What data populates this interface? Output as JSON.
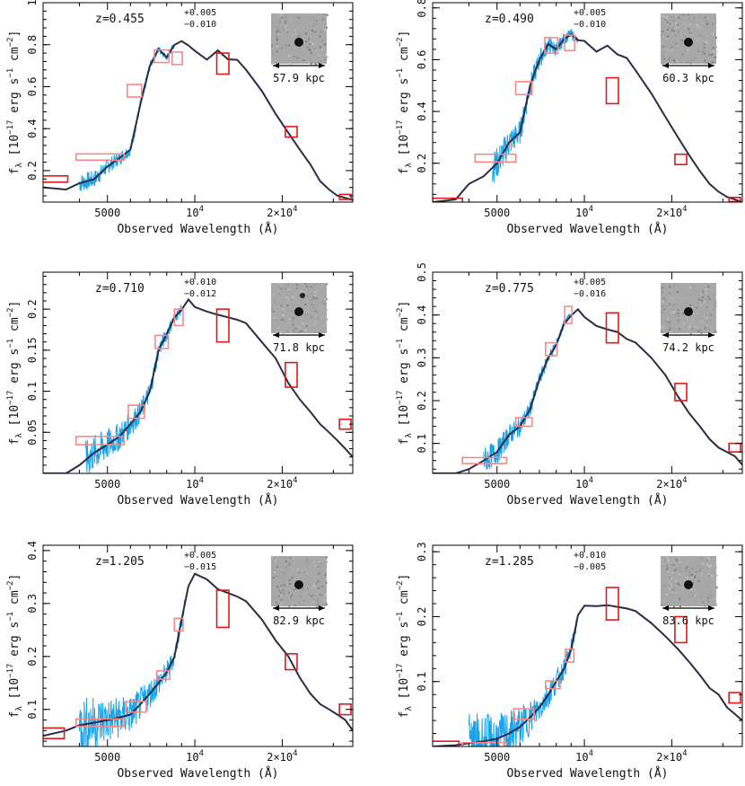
{
  "colors": {
    "model": "#2b2b45",
    "spectrum": "#1aa3e8",
    "spectrum_dark": "#1a3fd6",
    "phot_light": "#f08a8a",
    "phot_dark": "#e01818",
    "axis": "#000000"
  },
  "chart_data": [
    {
      "type": "line",
      "xlabel": "Observed Wavelength (Å)",
      "ylabel": "f_λ [10^-17 erg s^-1 cm^-2]",
      "xlim": [
        3000,
        35000
      ],
      "ylim": [
        0.05,
        1.0
      ],
      "yticks": [
        0.2,
        0.4,
        0.6,
        0.8,
        1
      ],
      "ytick_labels": [
        "0.2",
        "0.4",
        "0.6",
        "0.8",
        "1"
      ],
      "xticks": [
        5000,
        10000,
        20000
      ],
      "xtick_labels": [
        "5000",
        "10^4",
        "2×10^4"
      ],
      "z": {
        "value": "z=0.455",
        "plus": "+0.005",
        "minus": "−0.010"
      },
      "scale_label": "57.9 kpc",
      "series": [
        {
          "x": [
            3000,
            3600,
            4000,
            4500,
            5000,
            5500,
            6000,
            6500,
            7000,
            7500,
            8000,
            8500,
            9000,
            9500,
            10000,
            11000,
            12000,
            13000,
            14000,
            15000,
            17000,
            19000,
            21000,
            23000,
            25000,
            27000,
            29000,
            31000,
            33000,
            35000
          ],
          "y": [
            0.12,
            0.11,
            0.14,
            0.16,
            0.22,
            0.26,
            0.3,
            0.52,
            0.7,
            0.78,
            0.74,
            0.8,
            0.82,
            0.79,
            0.78,
            0.74,
            0.78,
            0.73,
            0.72,
            0.67,
            0.58,
            0.47,
            0.38,
            0.3,
            0.23,
            0.15,
            0.11,
            0.08,
            0.07,
            0.06
          ]
        }
      ],
      "spectrum": {
        "x_start": 4000,
        "x_end": 8500,
        "noise": 0.03
      },
      "photometry": [
        {
          "x": 3300,
          "y": 0.16,
          "dx": 350,
          "dy": 0.015,
          "style": "dark"
        },
        {
          "x": 4800,
          "y": 0.265,
          "dx": 900,
          "dy": 0.015,
          "style": "light"
        },
        {
          "x": 6200,
          "y": 0.58,
          "dx": 350,
          "dy": 0.03,
          "style": "light"
        },
        {
          "x": 7700,
          "y": 0.745,
          "dx": 450,
          "dy": 0.03,
          "style": "light"
        },
        {
          "x": 8700,
          "y": 0.735,
          "dx": 350,
          "dy": 0.03,
          "style": "light"
        },
        {
          "x": 12500,
          "y": 0.71,
          "dx": 600,
          "dy": 0.05,
          "style": "dark"
        },
        {
          "x": 21500,
          "y": 0.385,
          "dx": 1000,
          "dy": 0.025,
          "style": "dark"
        },
        {
          "x": 33000,
          "y": 0.075,
          "dx": 1500,
          "dy": 0.012,
          "style": "dark"
        }
      ]
    },
    {
      "type": "line",
      "xlabel": "Observed Wavelength (Å)",
      "ylabel": "f_λ [10^-17 erg s^-1 cm^-2]",
      "xlim": [
        3000,
        35000
      ],
      "ylim": [
        0.05,
        0.82
      ],
      "yticks": [
        0.2,
        0.4,
        0.6,
        0.8
      ],
      "ytick_labels": [
        "0.2",
        "0.4",
        "0.6",
        "0.8"
      ],
      "xticks": [
        5000,
        10000,
        20000
      ],
      "xtick_labels": [
        "5000",
        "10^4",
        "2×10^4"
      ],
      "z": {
        "value": "z=0.490",
        "plus": "+0.005",
        "minus": "−0.010"
      },
      "scale_label": "60.3 kpc",
      "series": [
        {
          "x": [
            3000,
            3600,
            4000,
            4500,
            5000,
            5500,
            6000,
            6500,
            7000,
            7500,
            8000,
            8500,
            9000,
            9500,
            10000,
            11000,
            12000,
            13000,
            14000,
            15000,
            17000,
            19000,
            21000,
            23000,
            25000,
            27000,
            29000,
            31000,
            33000,
            35000
          ],
          "y": [
            0.05,
            0.06,
            0.12,
            0.15,
            0.2,
            0.28,
            0.32,
            0.5,
            0.6,
            0.66,
            0.64,
            0.68,
            0.7,
            0.67,
            0.68,
            0.64,
            0.66,
            0.62,
            0.6,
            0.55,
            0.47,
            0.38,
            0.3,
            0.23,
            0.17,
            0.12,
            0.09,
            0.07,
            0.06,
            0.05
          ]
        }
      ],
      "spectrum": {
        "x_start": 4800,
        "x_end": 9500,
        "noise": 0.04
      },
      "photometry": [
        {
          "x": 3400,
          "y": 0.055,
          "dx": 400,
          "dy": 0.01,
          "style": "dark"
        },
        {
          "x": 5000,
          "y": 0.22,
          "dx": 800,
          "dy": 0.015,
          "style": "light"
        },
        {
          "x": 6200,
          "y": 0.49,
          "dx": 400,
          "dy": 0.025,
          "style": "light"
        },
        {
          "x": 7700,
          "y": 0.655,
          "dx": 400,
          "dy": 0.03,
          "style": "light"
        },
        {
          "x": 8900,
          "y": 0.665,
          "dx": 350,
          "dy": 0.03,
          "style": "light"
        },
        {
          "x": 12500,
          "y": 0.48,
          "dx": 600,
          "dy": 0.05,
          "style": "dark"
        },
        {
          "x": 21500,
          "y": 0.215,
          "dx": 1000,
          "dy": 0.02,
          "style": "dark"
        },
        {
          "x": 33000,
          "y": 0.06,
          "dx": 1500,
          "dy": 0.008,
          "style": "dark"
        }
      ]
    },
    {
      "type": "line",
      "xlabel": "Observed Wavelength (Å)",
      "ylabel": "f_λ [10^-17 erg s^-1 cm^-2]",
      "xlim": [
        3000,
        35000
      ],
      "ylim": [
        0.0,
        0.245
      ],
      "yticks": [
        0.05,
        0.1,
        0.15,
        0.2
      ],
      "ytick_labels": [
        "0.05",
        "0.1",
        "0.15",
        "0.2"
      ],
      "xticks": [
        5000,
        10000,
        20000
      ],
      "xtick_labels": [
        "5000",
        "10^4",
        "2×10^4"
      ],
      "z": {
        "value": "z=0.710",
        "plus": "+0.010",
        "minus": "−0.012"
      },
      "scale_label": "71.8 kpc",
      "series": [
        {
          "x": [
            3000,
            3600,
            4000,
            4500,
            5000,
            5500,
            6000,
            6500,
            7000,
            7500,
            8000,
            8500,
            9000,
            9500,
            10000,
            11000,
            12000,
            13000,
            14000,
            15000,
            17000,
            19000,
            21000,
            23000,
            25000,
            27000,
            29000,
            31000,
            33000,
            35000
          ],
          "y": [
            0.0,
            0.0,
            0.01,
            0.025,
            0.035,
            0.045,
            0.06,
            0.075,
            0.1,
            0.15,
            0.17,
            0.19,
            0.2,
            0.21,
            0.205,
            0.2,
            0.195,
            0.19,
            0.185,
            0.18,
            0.16,
            0.14,
            0.11,
            0.09,
            0.075,
            0.06,
            0.05,
            0.04,
            0.03,
            0.02
          ]
        }
      ],
      "spectrum": {
        "x_start": 4200,
        "x_end": 9000,
        "noise": 0.015
      },
      "photometry": [
        {
          "x": 4800,
          "y": 0.04,
          "dx": 900,
          "dy": 0.005,
          "style": "light"
        },
        {
          "x": 6300,
          "y": 0.075,
          "dx": 400,
          "dy": 0.008,
          "style": "light"
        },
        {
          "x": 7700,
          "y": 0.16,
          "dx": 400,
          "dy": 0.008,
          "style": "light"
        },
        {
          "x": 8800,
          "y": 0.19,
          "dx": 300,
          "dy": 0.01,
          "style": "light"
        },
        {
          "x": 12500,
          "y": 0.18,
          "dx": 600,
          "dy": 0.02,
          "style": "dark"
        },
        {
          "x": 21500,
          "y": 0.12,
          "dx": 1000,
          "dy": 0.015,
          "style": "dark"
        },
        {
          "x": 33000,
          "y": 0.06,
          "dx": 1500,
          "dy": 0.006,
          "style": "dark"
        }
      ]
    },
    {
      "type": "line",
      "xlabel": "Observed Wavelength (Å)",
      "ylabel": "f_λ [10^-17 erg s^-1 cm^-2]",
      "xlim": [
        3000,
        35000
      ],
      "ylim": [
        0.03,
        0.5
      ],
      "yticks": [
        0.1,
        0.2,
        0.3,
        0.4,
        0.5
      ],
      "ytick_labels": [
        "0.1",
        "0.2",
        "0.3",
        "0.4",
        "0.5"
      ],
      "xticks": [
        5000,
        10000,
        20000
      ],
      "xtick_labels": [
        "5000",
        "10^4",
        "2×10^4"
      ],
      "z": {
        "value": "z=0.775",
        "plus": "+0.005",
        "minus": "−0.016"
      },
      "scale_label": "74.2 kpc",
      "series": [
        {
          "x": [
            3000,
            3600,
            4000,
            4500,
            5000,
            5500,
            6000,
            6500,
            7000,
            7500,
            8000,
            8500,
            9000,
            9500,
            10000,
            11000,
            12000,
            13000,
            14000,
            15000,
            17000,
            19000,
            21000,
            23000,
            25000,
            27000,
            29000,
            31000,
            33000,
            35000
          ],
          "y": [
            0.03,
            0.03,
            0.04,
            0.06,
            0.08,
            0.12,
            0.14,
            0.18,
            0.25,
            0.3,
            0.33,
            0.38,
            0.4,
            0.41,
            0.4,
            0.38,
            0.37,
            0.36,
            0.34,
            0.33,
            0.3,
            0.26,
            0.21,
            0.17,
            0.14,
            0.11,
            0.09,
            0.08,
            0.07,
            0.05
          ]
        }
      ],
      "spectrum": {
        "x_start": 4500,
        "x_end": 9000,
        "noise": 0.02
      },
      "photometry": [
        {
          "x": 4600,
          "y": 0.06,
          "dx": 800,
          "dy": 0.007,
          "style": "light"
        },
        {
          "x": 6200,
          "y": 0.15,
          "dx": 400,
          "dy": 0.01,
          "style": "light"
        },
        {
          "x": 7700,
          "y": 0.32,
          "dx": 350,
          "dy": 0.015,
          "style": "light"
        },
        {
          "x": 8800,
          "y": 0.4,
          "dx": 250,
          "dy": 0.02,
          "style": "light"
        },
        {
          "x": 12500,
          "y": 0.37,
          "dx": 600,
          "dy": 0.035,
          "style": "dark"
        },
        {
          "x": 21500,
          "y": 0.22,
          "dx": 1000,
          "dy": 0.02,
          "style": "dark"
        },
        {
          "x": 33000,
          "y": 0.09,
          "dx": 1500,
          "dy": 0.01,
          "style": "dark"
        }
      ]
    },
    {
      "type": "line",
      "xlabel": "Observed Wavelength (Å)",
      "ylabel": "f_λ [10^-17 erg s^-1 cm^-2]",
      "xlim": [
        3000,
        35000
      ],
      "ylim": [
        0.03,
        0.41
      ],
      "yticks": [
        0.1,
        0.2,
        0.3,
        0.4
      ],
      "ytick_labels": [
        "0.1",
        "0.2",
        "0.3",
        "0.4"
      ],
      "xticks": [
        5000,
        10000,
        20000
      ],
      "xtick_labels": [
        "5000",
        "10^4",
        "2×10^4"
      ],
      "z": {
        "value": "z=1.205",
        "plus": "+0.005",
        "minus": "−0.015"
      },
      "scale_label": "82.9 kpc",
      "series": [
        {
          "x": [
            3000,
            3600,
            4000,
            4500,
            5000,
            5500,
            6000,
            6500,
            7000,
            7500,
            8000,
            8500,
            9000,
            9500,
            10000,
            11000,
            12000,
            13000,
            14000,
            15000,
            17000,
            19000,
            21000,
            23000,
            25000,
            27000,
            29000,
            31000,
            33000,
            35000
          ],
          "y": [
            0.05,
            0.06,
            0.07,
            0.075,
            0.08,
            0.085,
            0.09,
            0.11,
            0.13,
            0.15,
            0.17,
            0.2,
            0.27,
            0.33,
            0.36,
            0.35,
            0.33,
            0.32,
            0.31,
            0.3,
            0.27,
            0.23,
            0.2,
            0.16,
            0.13,
            0.11,
            0.1,
            0.09,
            0.08,
            0.06
          ]
        }
      ],
      "spectrum": {
        "x_start": 4000,
        "x_end": 9200,
        "noise": 0.035
      },
      "photometry": [
        {
          "x": 3200,
          "y": 0.055,
          "dx": 350,
          "dy": 0.01,
          "style": "dark"
        },
        {
          "x": 4800,
          "y": 0.075,
          "dx": 900,
          "dy": 0.007,
          "style": "light"
        },
        {
          "x": 6300,
          "y": 0.105,
          "dx": 500,
          "dy": 0.01,
          "style": "light"
        },
        {
          "x": 7800,
          "y": 0.165,
          "dx": 400,
          "dy": 0.008,
          "style": "light"
        },
        {
          "x": 8800,
          "y": 0.26,
          "dx": 300,
          "dy": 0.012,
          "style": "light"
        },
        {
          "x": 12500,
          "y": 0.29,
          "dx": 600,
          "dy": 0.035,
          "style": "dark"
        },
        {
          "x": 21500,
          "y": 0.19,
          "dx": 1000,
          "dy": 0.015,
          "style": "dark"
        },
        {
          "x": 33000,
          "y": 0.1,
          "dx": 1500,
          "dy": 0.01,
          "style": "dark"
        }
      ]
    },
    {
      "type": "line",
      "xlabel": "Observed Wavelength (Å)",
      "ylabel": "f_λ [10^-17 erg s^-1 cm^-2]",
      "xlim": [
        3000,
        35000
      ],
      "ylim": [
        0.0,
        0.31
      ],
      "yticks": [
        0.1,
        0.2,
        0.3
      ],
      "ytick_labels": [
        "0.1",
        "0.2",
        "0.3"
      ],
      "xticks": [
        5000,
        10000,
        20000
      ],
      "xtick_labels": [
        "5000",
        "10^4",
        "2×10^4"
      ],
      "z": {
        "value": "z=1.285",
        "plus": "+0.010",
        "minus": "−0.005"
      },
      "scale_label": "83.6 kpc",
      "series": [
        {
          "x": [
            3000,
            3600,
            4000,
            4500,
            5000,
            5500,
            6000,
            6500,
            7000,
            7500,
            8000,
            8500,
            9000,
            9500,
            10000,
            11000,
            12000,
            13000,
            14000,
            15000,
            17000,
            19000,
            21000,
            23000,
            25000,
            27000,
            29000,
            31000,
            33000,
            35000
          ],
          "y": [
            0.0,
            0.002,
            0.005,
            0.008,
            0.012,
            0.02,
            0.03,
            0.045,
            0.06,
            0.08,
            0.1,
            0.12,
            0.15,
            0.2,
            0.22,
            0.22,
            0.22,
            0.215,
            0.21,
            0.205,
            0.19,
            0.17,
            0.15,
            0.13,
            0.11,
            0.09,
            0.08,
            0.06,
            0.05,
            0.04
          ]
        }
      ],
      "spectrum": {
        "x_start": 4000,
        "x_end": 9400,
        "noise": 0.03
      },
      "photometry": [
        {
          "x": 3300,
          "y": 0.003,
          "dx": 400,
          "dy": 0.005,
          "style": "dark"
        },
        {
          "x": 4600,
          "y": 0.002,
          "dx": 800,
          "dy": 0.004,
          "style": "light"
        },
        {
          "x": 6200,
          "y": 0.05,
          "dx": 500,
          "dy": 0.008,
          "style": "light"
        },
        {
          "x": 7800,
          "y": 0.095,
          "dx": 450,
          "dy": 0.006,
          "style": "light"
        },
        {
          "x": 8900,
          "y": 0.14,
          "dx": 300,
          "dy": 0.01,
          "style": "light"
        },
        {
          "x": 12500,
          "y": 0.22,
          "dx": 600,
          "dy": 0.025,
          "style": "dark"
        },
        {
          "x": 21500,
          "y": 0.18,
          "dx": 1000,
          "dy": 0.02,
          "style": "dark"
        },
        {
          "x": 33000,
          "y": 0.075,
          "dx": 1500,
          "dy": 0.008,
          "style": "dark"
        }
      ]
    }
  ]
}
